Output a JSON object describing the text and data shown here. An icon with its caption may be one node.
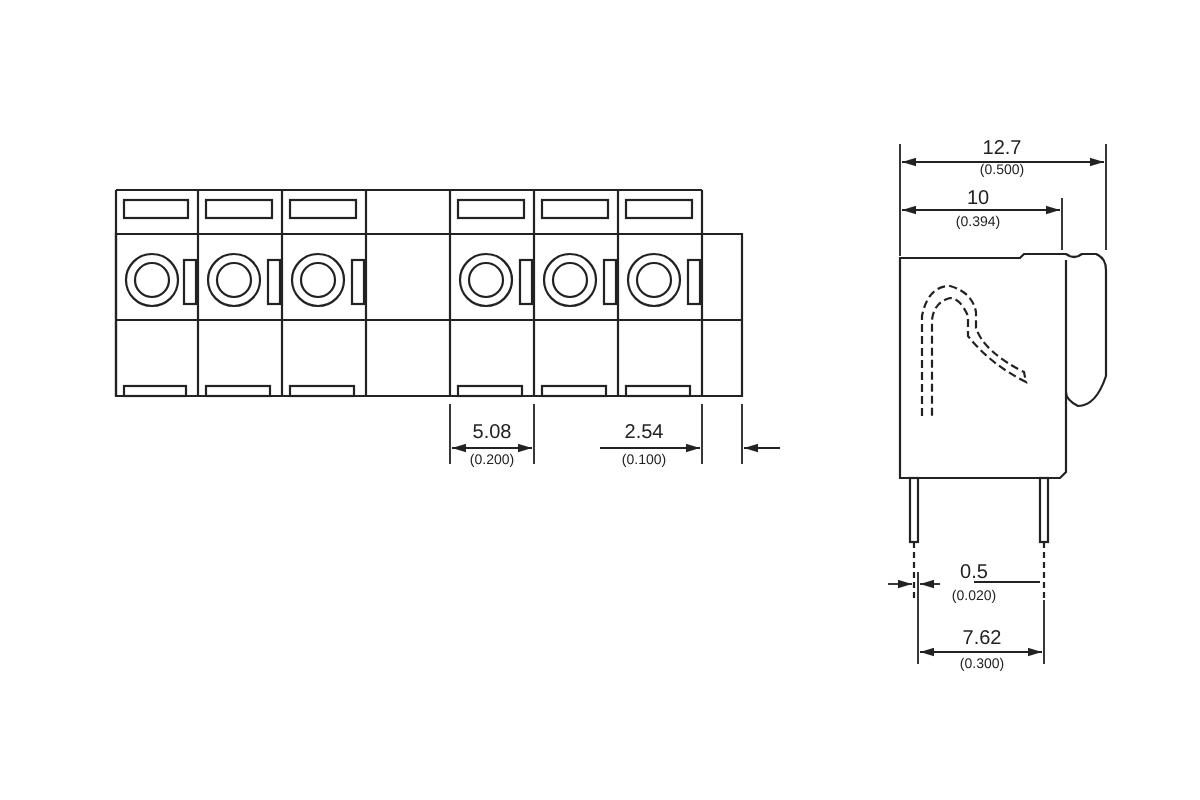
{
  "diagram": {
    "labels": [
      "12.7",
      "(0.500)",
      "10",
      "(0.394)",
      "5.08",
      "(0.200)",
      "2.54",
      "(0.100)",
      "0.5",
      "(0.020)",
      "7.62",
      "(0.300)"
    ]
  }
}
